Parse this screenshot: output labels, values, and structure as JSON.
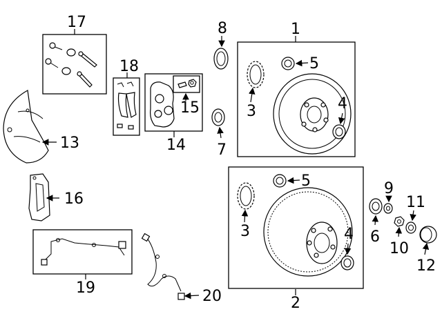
{
  "callouts": {
    "c1": "1",
    "c2": "2",
    "c3a": "3",
    "c3b": "3",
    "c4a": "4",
    "c4b": "4",
    "c5a": "5",
    "c5b": "5",
    "c6": "6",
    "c7": "7",
    "c8": "8",
    "c9": "9",
    "c10": "10",
    "c11": "11",
    "c12": "12",
    "c13": "13",
    "c14": "14",
    "c15": "15",
    "c16": "16",
    "c17": "17",
    "c18": "18",
    "c19": "19",
    "c20": "20"
  }
}
